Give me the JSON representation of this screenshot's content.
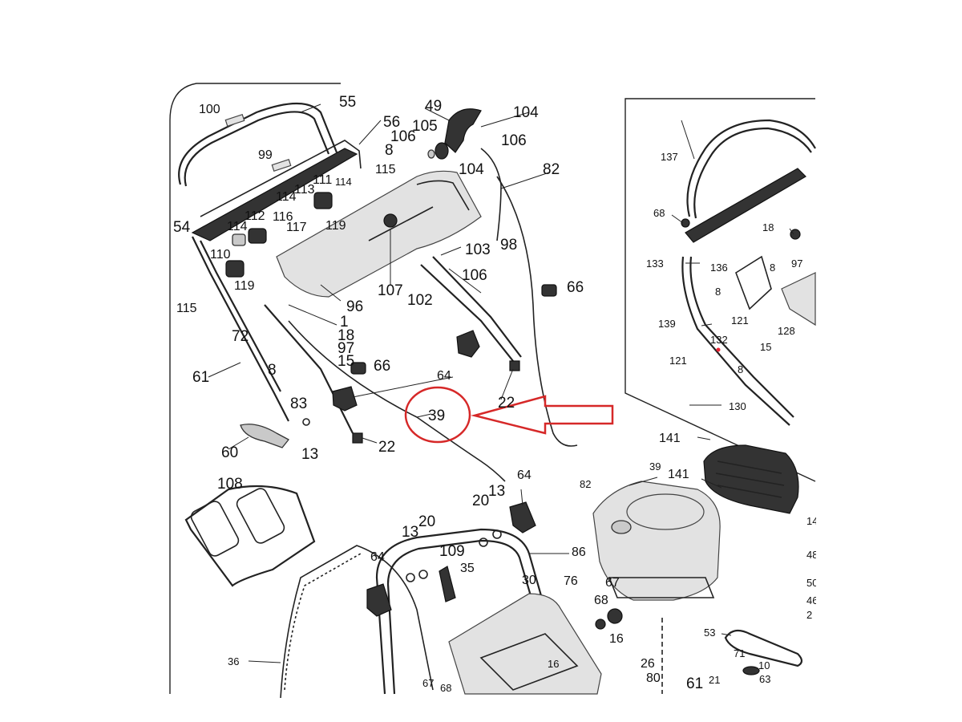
{
  "callout": {
    "part_number": "39",
    "highlight_color": "#d62828"
  },
  "main_labels": [
    "100",
    "55",
    "99",
    "56",
    "49",
    "104",
    "105",
    "106",
    "106",
    "8",
    "115",
    "104",
    "82",
    "111",
    "114",
    "113",
    "114",
    "116",
    "112",
    "114",
    "117",
    "119",
    "110",
    "119",
    "54",
    "115",
    "103",
    "98",
    "106",
    "107",
    "102",
    "96",
    "66",
    "1",
    "18",
    "97",
    "15",
    "72",
    "61",
    "8",
    "66",
    "64",
    "22",
    "39",
    "83",
    "60",
    "13",
    "22",
    "64",
    "108",
    "20",
    "13",
    "13",
    "20",
    "109",
    "86",
    "64",
    "35",
    "30",
    "76",
    "36",
    "67",
    "68",
    "16",
    "82",
    "39",
    "141",
    "141",
    "67",
    "68",
    "16",
    "26",
    "80",
    "61",
    "53",
    "71",
    "10",
    "21",
    "63"
  ],
  "inset_labels": [
    "137",
    "68",
    "18",
    "97",
    "133",
    "136",
    "8",
    "8",
    "121",
    "139",
    "132",
    "121",
    "15",
    "128",
    "8",
    "130"
  ],
  "cut_labels": [
    "14",
    "48",
    "50",
    "46",
    "2"
  ]
}
